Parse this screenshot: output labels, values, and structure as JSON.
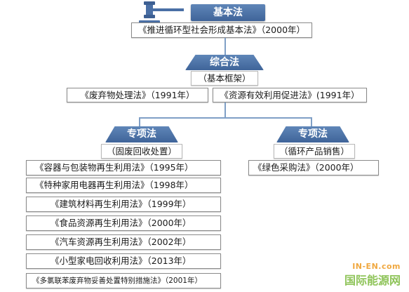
{
  "top": {
    "header": "基本法",
    "law": "《推进循环型社会形成基本法》（2000年）"
  },
  "comprehensive": {
    "header": "综合法",
    "subtitle": "（基本框架）",
    "laws": [
      "《废弃物处理法》（1991年）",
      "《资源有效利用促进法》(1991年）"
    ]
  },
  "special_left": {
    "header": "专项法",
    "subtitle": "（固废回收处置）",
    "laws": [
      "《容器与包装物再生利用法》（1995年）",
      "《特种家用电器再生利用法》（1998年）",
      "《建筑材料再生利用法》（1999年）",
      "《食品资源再生利用法》（2000年）",
      "《汽车资源再生利用法》（2002年）",
      "《小型家电回收利用法》（2013年）",
      "《多氯联苯废弃物妥善处置特别措施法》（2001年）"
    ]
  },
  "special_right": {
    "header": "专项法",
    "subtitle": "（循环产品销售）",
    "laws": [
      "《绿色采购法》（2000年）"
    ]
  },
  "watermark": {
    "top": "IN-EN.com",
    "bottom": "国际能源网"
  },
  "colors": {
    "header_bg": "#4a6fa5",
    "connector": "#7f9fc6"
  }
}
